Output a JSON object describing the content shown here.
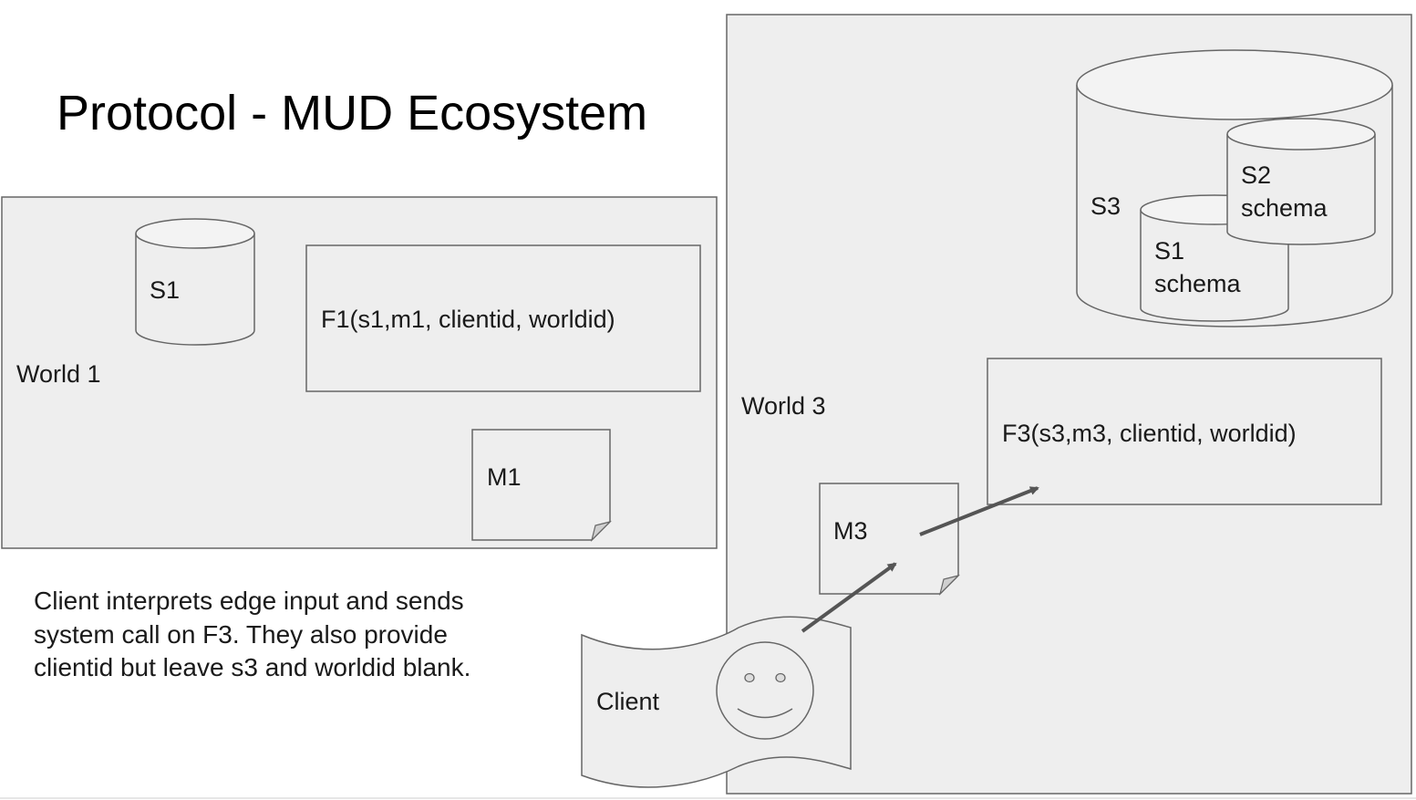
{
  "title": "Protocol - MUD Ecosystem",
  "world1": {
    "label": "World 1",
    "storage": "S1",
    "function": "F1(s1,m1, clientid, worldid)",
    "module": "M1"
  },
  "world3": {
    "label": "World 3",
    "storage": "S3",
    "schema_s2": {
      "line1": "S2",
      "line2": "schema"
    },
    "schema_s1": {
      "line1": "S1",
      "line2": "schema"
    },
    "function": "F3(s3,m3, clientid, worldid)",
    "module": "M3"
  },
  "client": {
    "label": "Client"
  },
  "description": {
    "lines": [
      "Client interprets edge input and sends",
      "system call on F3. They also provide",
      "clientid but leave s3 and worldid blank."
    ]
  },
  "colors": {
    "panel_fill": "#eeeeee",
    "stroke": "#666666",
    "arrow": "#555555",
    "text": "#1a1a1a"
  }
}
